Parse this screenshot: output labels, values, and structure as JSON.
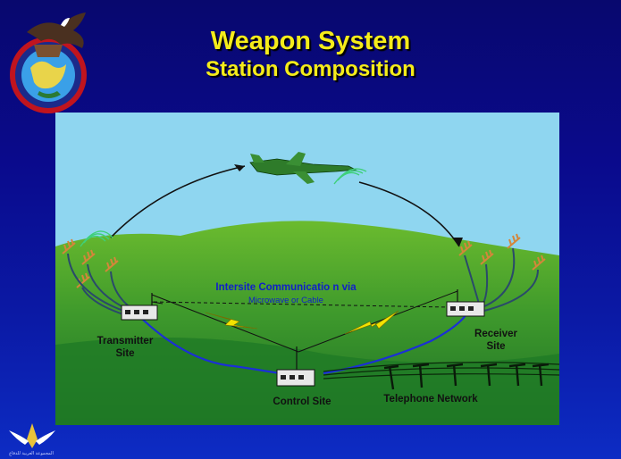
{
  "title": {
    "line1": "Weapon System",
    "line2": "Station Composition"
  },
  "labels": {
    "intersite_line1": "Intersite Communicatio n via",
    "intersite_line2": "Microwave or Cable",
    "transmitter_site": "Transmitter\nSite",
    "receiver_site": "Receiver\nSite",
    "control_site": "Control Site",
    "telephone_network": "Telephone Network"
  },
  "footer": {
    "logo_caption": "المجموعة العربية للدفاع"
  },
  "colors": {
    "title": "#f5ec1a",
    "sky": "#8fd6f0",
    "hill_light": "#62b22c",
    "hill_dark": "#1f7a26",
    "cable": "#1b2fd6",
    "lightning": "#f3e300",
    "antenna": "#d4863a",
    "text_blue": "#1020c8"
  },
  "icons": {
    "aircraft": "jet-aircraft-icon",
    "emblem": "eagle-globe-emblem-icon",
    "footer_logo": "winged-logo-icon"
  }
}
